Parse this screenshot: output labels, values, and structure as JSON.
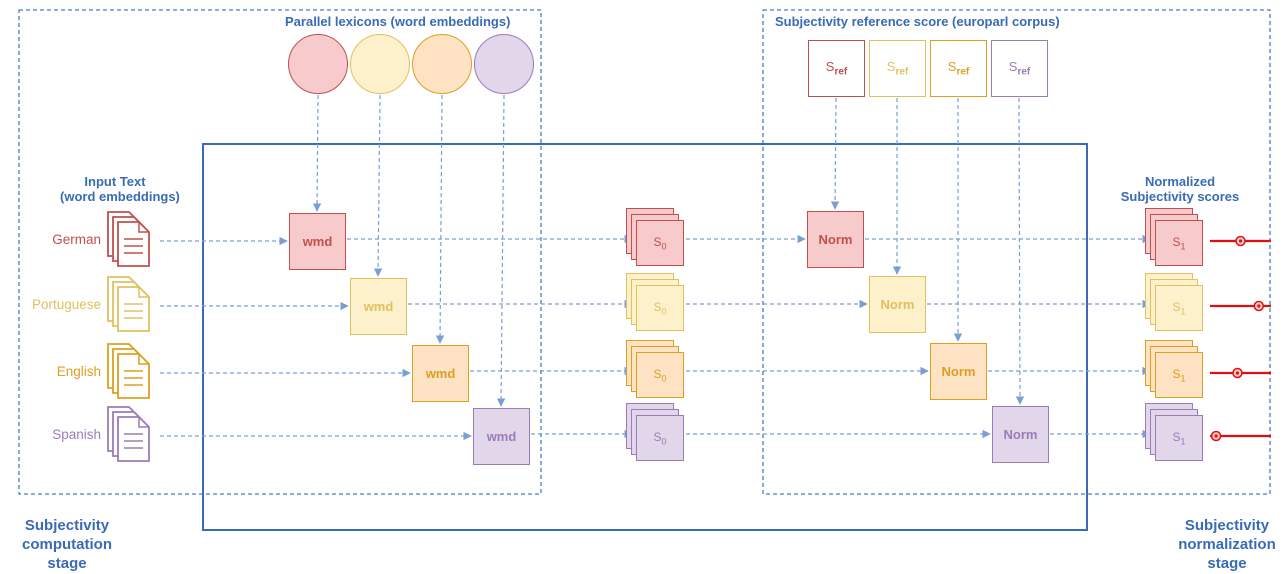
{
  "titles": {
    "parallel_lexicons": "Parallel lexicons (word embeddings)",
    "reference_score": "Subjectivity reference score (europarl corpus)",
    "input_text_line1": "Input Text",
    "input_text_line2": "(word embeddings)",
    "normalized_line1": "Normalized",
    "normalized_line2": "Subjectivity scores"
  },
  "stages": {
    "computation": [
      "Subjectivity",
      "computation",
      "stage"
    ],
    "normalization": [
      "Subjectivity",
      "normalization",
      "stage"
    ]
  },
  "languages": [
    {
      "name": "German",
      "color": "#c0504d",
      "fill": "#f7cbcb",
      "dot": 0.5
    },
    {
      "name": "Portuguese",
      "color": "#e0c060",
      "fill": "#fdf1cc",
      "dot": 0.8
    },
    {
      "name": "English",
      "color": "#dca020",
      "fill": "#fde2c4",
      "dot": 0.45
    },
    {
      "name": "Spanish",
      "color": "#9c7cb8",
      "fill": "#e2d6ea",
      "dot": 0.1
    }
  ],
  "labels": {
    "wmd": "wmd",
    "norm": "Norm",
    "s0_base": "S",
    "s0_sub": "0",
    "s1_base": "S",
    "s1_sub": "1",
    "sref_base": "S",
    "sref_sub": "ref"
  },
  "colors": {
    "accent": "#3a6bb5",
    "arrow": "#7a9fd4"
  },
  "icons": [
    "document-stack-icon",
    "lexicon-circle",
    "score-slider-icon"
  ]
}
